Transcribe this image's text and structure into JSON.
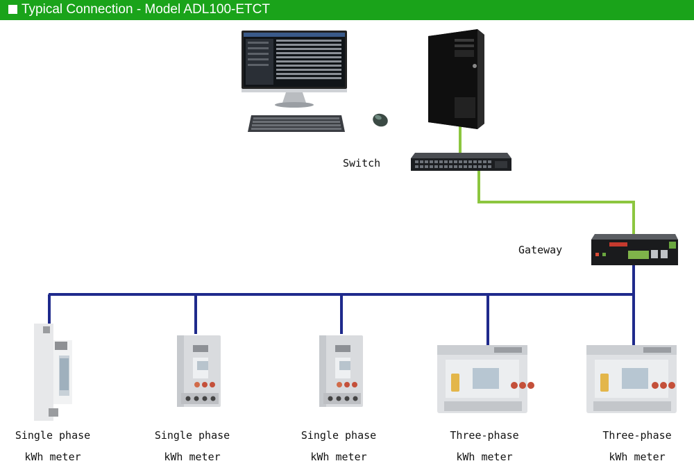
{
  "title": "Typical Connection - Model ADL100-ETCT",
  "nodes": {
    "switch_label": "Switch",
    "gateway_label": "Gateway"
  },
  "meters": [
    {
      "line1": "Single phase",
      "line2": "kWh meter"
    },
    {
      "line1": "Single phase",
      "line2": "kWh meter"
    },
    {
      "line1": "Single phase",
      "line2": "kWh meter"
    },
    {
      "line1": "Three-phase",
      "line2": "kWh meter"
    },
    {
      "line1": "Three-phase",
      "line2": "kWh meter"
    }
  ],
  "colors": {
    "title_bar": "#1aa31a",
    "ethernet": "#8cc63f",
    "rs485": "#1f2a8c"
  }
}
